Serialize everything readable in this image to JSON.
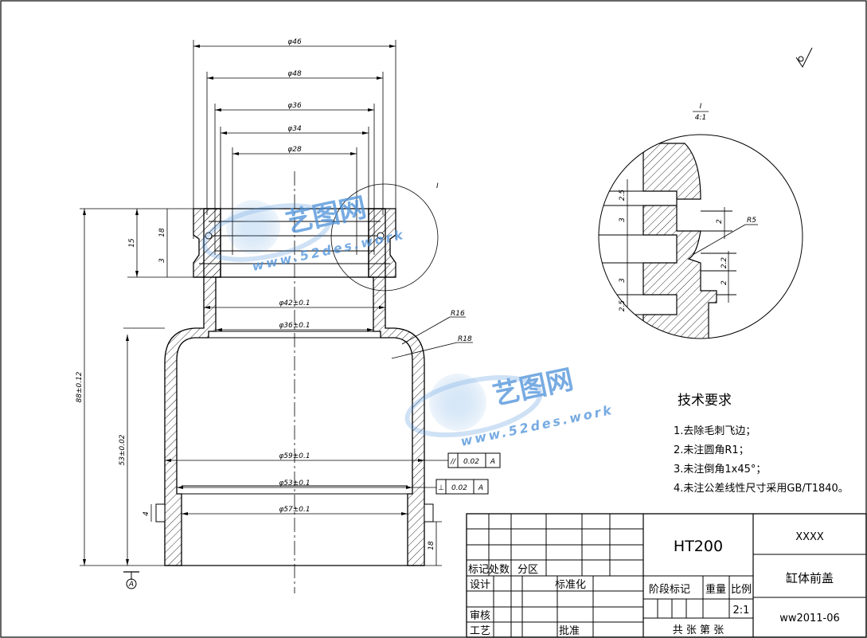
{
  "dimensions": {
    "d46": "φ46",
    "d48": "φ48",
    "d36": "φ36",
    "d34": "φ34",
    "d28": "φ28",
    "d42": "φ42±0.1",
    "d36b": "φ36±0.1",
    "d59": "φ59±0.1",
    "d53": "φ53±0.1",
    "d57": "φ57±0.1",
    "h15": "15",
    "h18": "18",
    "h3": "3",
    "total_h": "88±0.12",
    "h53": "53±0.02",
    "h4": "4",
    "h18b": "18",
    "r16": "R16",
    "r18": "R18",
    "detail_label": "I"
  },
  "tolerance_frames": [
    {
      "sym": "//",
      "value": "0.02",
      "datum": "A"
    },
    {
      "sym": "⊥",
      "value": "0.02",
      "datum": "A"
    }
  ],
  "datum": "A",
  "detail": {
    "label": "I",
    "scale": "4:1",
    "d25a": "2.5",
    "d3a": "3",
    "d2a": "2",
    "r5": "R5",
    "d22": "2.2",
    "d3b": "3",
    "d2b": "2",
    "d25b": "2.5"
  },
  "notes": {
    "title": "技术要求",
    "items": [
      "1.去除毛刺飞边；",
      "2.未注圆角R1；",
      "3.未注倒角1x45°；",
      "4.未注公差线性尺寸采用GB/T1840。"
    ]
  },
  "title_block": {
    "material": "HT200",
    "company": "XXXX",
    "part_name": "缸体前盖",
    "drawing_no": "ww2011-06",
    "mark_row": "标记处数",
    "zone": "分区",
    "design": "设计",
    "standardize": "标准化",
    "review": "审核",
    "process": "工艺",
    "approve": "批准",
    "stage_mark": "阶段标记",
    "weight": "重量",
    "scale_label": "比例",
    "scale_value": "2:1",
    "sheets": "共  张  第  张"
  },
  "watermark": {
    "brand": "艺图网",
    "url": "www.52des.work"
  },
  "colors": {
    "line": "#000000",
    "watermark": "#4a90d9"
  }
}
